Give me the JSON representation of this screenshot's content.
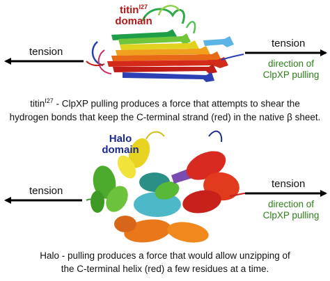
{
  "top": {
    "domain_name": "titin",
    "domain_sup": "I27",
    "domain_word": "domain",
    "left_label": "tension",
    "right_label": "tension",
    "pull_line1": "direction of",
    "pull_line2": "ClpXP pulling",
    "caption_line1_name": "titin",
    "caption_line1_sup": "I27",
    "caption_line1_rest": " - ClpXP pulling produces a force that attempts to shear the",
    "caption_line2": "hydrogen bonds that keep the C-terminal strand (red) in the native β sheet."
  },
  "bottom": {
    "domain_name": "Halo",
    "domain_word": "domain",
    "left_label": "tension",
    "right_label": "tension",
    "pull_line1": "direction of",
    "pull_line2": "ClpXP pulling",
    "caption_line1": "Halo - pulling produces a force that would allow unzipping of",
    "caption_line2": "the C-terminal helix (red) a few residues at a time."
  },
  "colors": {
    "titin_label": "#b01818",
    "halo_label": "#1c2a8c",
    "pull_text": "#2e7d1a",
    "arrow": "#000000"
  }
}
